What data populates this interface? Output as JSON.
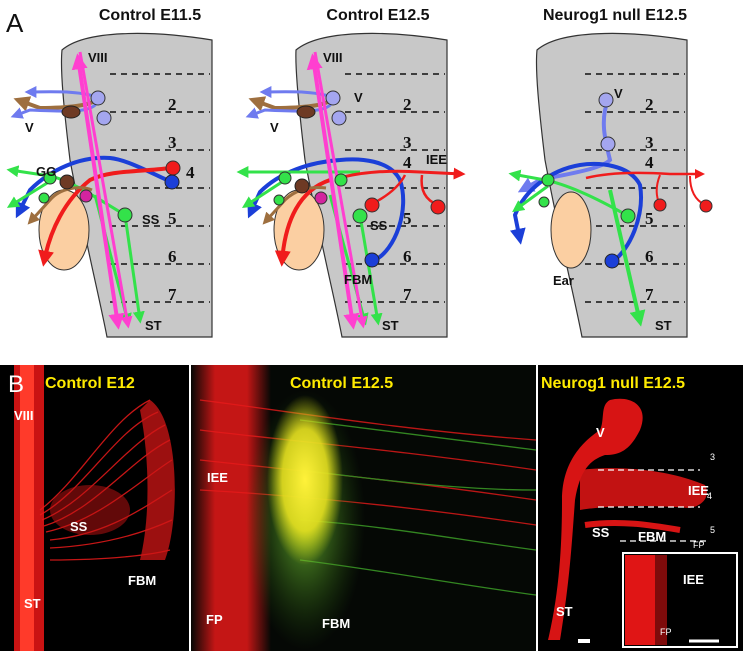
{
  "panelA": {
    "letter": "A",
    "titles": [
      "Control E11.5",
      "Control E12.5",
      "Neurog1 null E12.5"
    ],
    "rhombomeres": [
      "2",
      "3",
      "4",
      "5",
      "6",
      "7"
    ],
    "labels": {
      "viii": "VIII",
      "v": "V",
      "gg": "GG",
      "ss": "SS",
      "st": "ST",
      "iee": "IEE",
      "fbm": "FBM",
      "ear": "Ear"
    }
  },
  "panelB": {
    "letter": "B",
    "titles": [
      "Control E12",
      "Control E12.5",
      "Neurog1 null E12.5"
    ],
    "labels": {
      "viii": "VIII",
      "ss": "SS",
      "st": "ST",
      "fbm": "FBM",
      "iee": "IEE",
      "fp": "FP",
      "v": "V",
      "r3": "3",
      "r4": "4",
      "r5": "5"
    }
  },
  "colors": {
    "hindbrain": "#c8c8c8",
    "ear": "#fbcfa2",
    "vestibular": "#ff3fd0",
    "facial": "#1b3fd8",
    "trigeminal": "#6f7bef",
    "green": "#33e24a",
    "red": "#f01c1c",
    "brown": "#9e6f3f"
  }
}
